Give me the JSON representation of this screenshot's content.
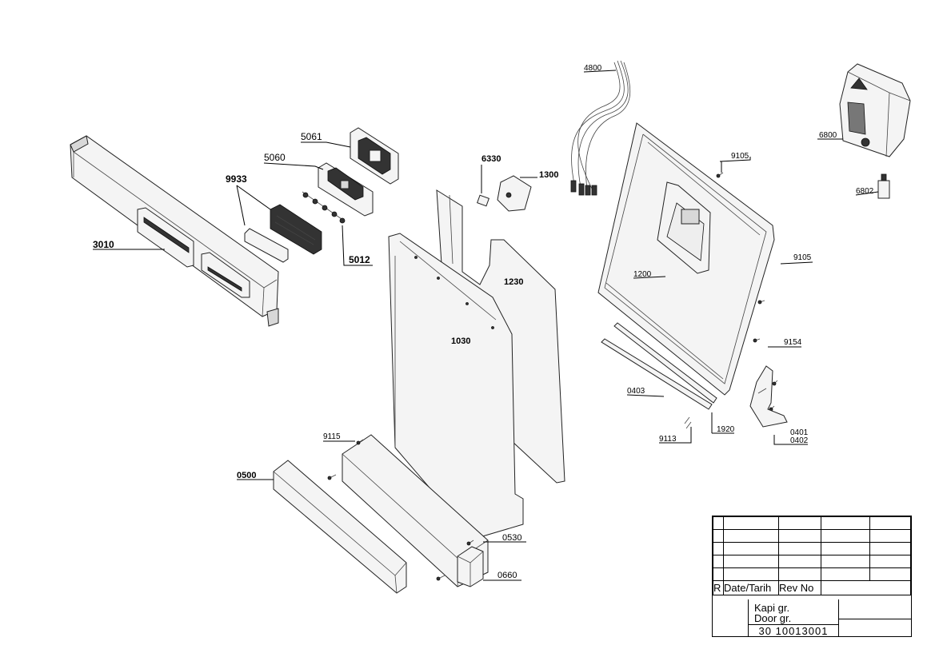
{
  "parts": {
    "p3010": "3010",
    "p5061": "5061",
    "p5060": "5060",
    "p9933": "9933",
    "p5012": "5012",
    "p6330": "6330",
    "p1300": "1300",
    "p4800": "4800",
    "p6800": "6800",
    "p6802": "6802",
    "p9105a": "9105",
    "p9105b": "9105",
    "p1200": "1200",
    "p1230": "1230",
    "p1030": "1030",
    "p9154": "9154",
    "p0403": "0403",
    "p9113": "9113",
    "p1920": "1920",
    "p0401": "0401",
    "p0402": "0402",
    "p9115": "9115",
    "p0500": "0500",
    "p0530": "0530",
    "p0660": "0660"
  },
  "title_block": {
    "rev_label": "R",
    "date_label": "Date/Tarih",
    "rev_no_label": "Rev No",
    "name_tr": "Kapi gr.",
    "name_en": "Door gr.",
    "code": "30 10013001"
  }
}
